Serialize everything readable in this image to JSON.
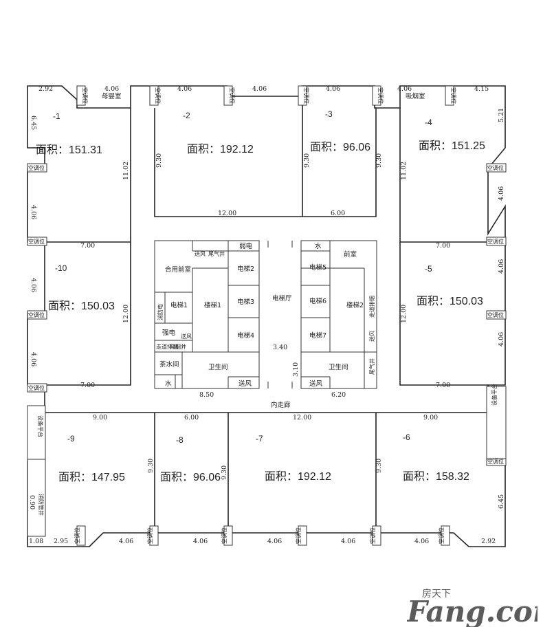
{
  "units": [
    {
      "name": "-1",
      "area": "面积：151.31"
    },
    {
      "name": "-2",
      "area": "面积：192.12"
    },
    {
      "name": "-3",
      "area": "面积：96.06"
    },
    {
      "name": "-4",
      "area": "面积：151.25"
    },
    {
      "name": "-5",
      "area": "面积：150.03"
    },
    {
      "name": "-6",
      "area": "面积：158.32"
    },
    {
      "name": "-7",
      "area": "面积：192.12"
    },
    {
      "name": "-8",
      "area": "面积：96.06"
    },
    {
      "name": "-9",
      "area": "面积：147.95"
    },
    {
      "name": "-10",
      "area": "面积：150.03"
    }
  ],
  "core_labels": {
    "shared_lobby": "合用前室",
    "lobby": "前室",
    "exhaust": "送风",
    "tail_gas": "尾气井",
    "weak_elec": "弱电",
    "strong_elec": "强电",
    "water": "水",
    "fire_elevator": "消防电",
    "stair1": "楼梯1",
    "stair2": "楼梯2",
    "elev1": "电梯1",
    "elev2": "电梯2",
    "elev3": "电梯3",
    "elev4": "电梯4",
    "elev5": "电梯5",
    "elev6": "电梯6",
    "elev7": "电梯7",
    "elevator_hall": "电梯厅",
    "corridor_exhaust": "走道排烟",
    "tea_room": "茶水间",
    "toilet": "卫生间",
    "inner_corridor": "内走廊",
    "exhaust_shaft": "排烟井",
    "ac": "空调位",
    "mother_room": "母婴室",
    "smoking_room": "吸烟室",
    "equipment_platform": "设备平台",
    "fire_shaft": "消防管井"
  },
  "dims": {
    "d292": "2.92",
    "d406": "4.06",
    "d415": "4.15",
    "d645": "6.45",
    "d521": "5.21",
    "d1102": "11.02",
    "d930": "9.30",
    "d1200": "12.00",
    "d600": "6.00",
    "d700": "7.00",
    "d900": "9.00",
    "d850": "8.50",
    "d620": "6.20",
    "d340": "3.40",
    "d310": "3.10",
    "d295": "2.95",
    "d108": "1.08",
    "d090": "0.90"
  },
  "watermark": {
    "brand": "Fang.com",
    "cn": "房天下"
  }
}
